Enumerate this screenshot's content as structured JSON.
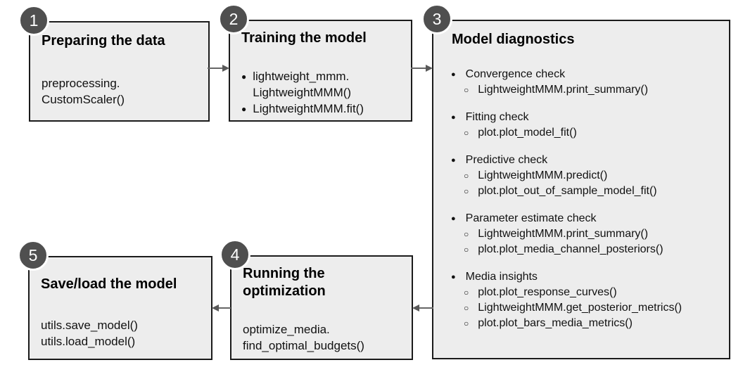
{
  "diagram": {
    "steps": [
      {
        "number": "1",
        "title": "Preparing the data",
        "body": "preprocessing.\nCustomScaler()"
      },
      {
        "number": "2",
        "title": "Training the model",
        "bullets": [
          "lightweight_mmm.\nLightweightMMM()",
          "LightweightMMM.fit()"
        ]
      },
      {
        "number": "3",
        "title": "Model diagnostics",
        "groups": [
          {
            "label": "Convergence check",
            "items": [
              "LightweightMMM.print_summary()"
            ]
          },
          {
            "label": "Fitting check",
            "items": [
              "plot.plot_model_fit()"
            ]
          },
          {
            "label": "Predictive check",
            "items": [
              "LightweightMMM.predict()",
              "plot.plot_out_of_sample_model_fit()"
            ]
          },
          {
            "label": "Parameter estimate check",
            "items": [
              "LightweightMMM.print_summary()",
              "plot.plot_media_channel_posteriors()"
            ]
          },
          {
            "label": "Media insights",
            "items": [
              "plot.plot_response_curves()",
              "LightweightMMM.get_posterior_metrics()",
              "plot.plot_bars_media_metrics()"
            ]
          }
        ]
      },
      {
        "number": "4",
        "title": "Running the\noptimization",
        "body": "optimize_media.\nfind_optimal_budgets()"
      },
      {
        "number": "5",
        "title": "Save/load the model",
        "body": "utils.save_model()\nutils.load_model()"
      }
    ],
    "colors": {
      "box_fill": "#ededed",
      "box_border": "#1b1b1b",
      "badge_fill": "#4f4f4f",
      "badge_text": "#ffffff",
      "arrow": "#666666",
      "background": "#ffffff"
    }
  }
}
